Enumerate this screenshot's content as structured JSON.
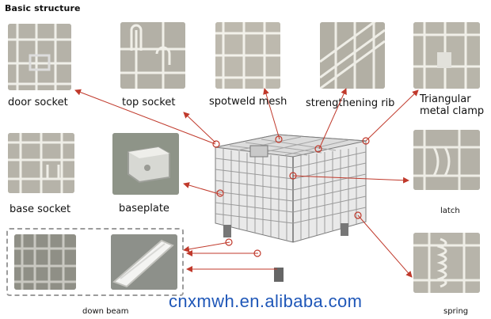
{
  "title": "Basic structure",
  "labels": {
    "door_socket": "door socket",
    "top_socket": "top socket",
    "spotweld_mesh": "spotweld mesh",
    "strengthening_rib": "strengthening rib",
    "triangular_metal_clamp": "Triangular metal clamp",
    "base_socket": "base socket",
    "baseplate": "baseplate",
    "latch": "latch",
    "down_beam": "down beam",
    "spring": "spring"
  },
  "watermark": "cnxmwh.en.alibaba.com",
  "colors": {
    "arrow": "#c0392b",
    "watermark": "#1f57b8",
    "photo_bg": "#b9b7ae"
  }
}
